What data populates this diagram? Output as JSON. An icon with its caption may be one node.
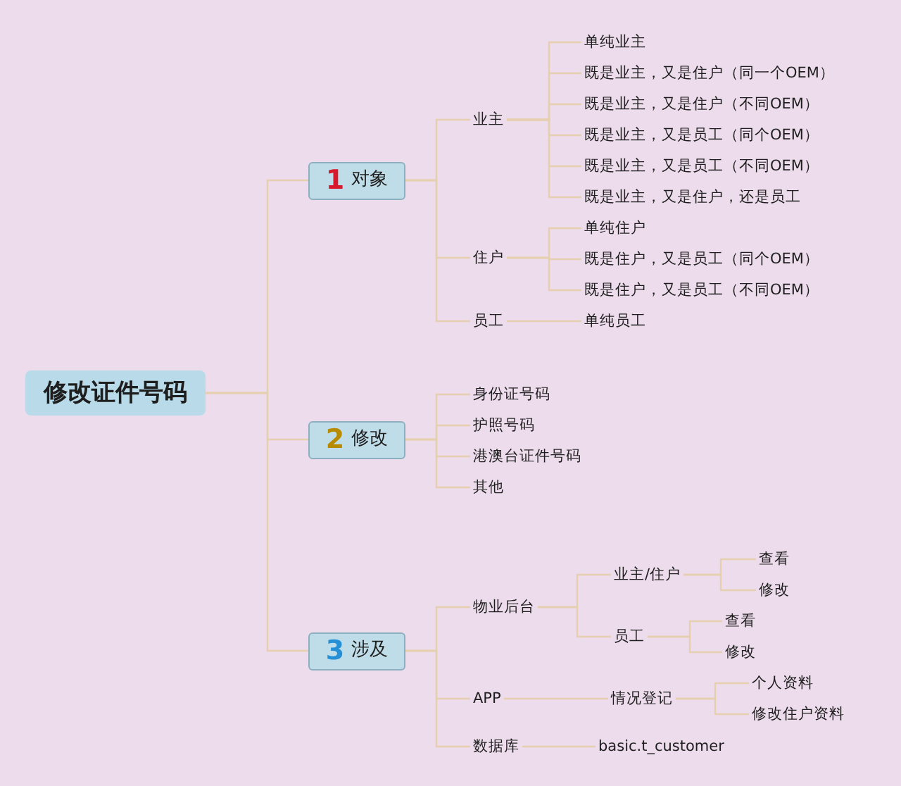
{
  "diagram": {
    "nodes": [
      {
        "text": [
          "修改证件号码"
        ]
      },
      {
        "text": [
          "1",
          "对象"
        ]
      },
      {
        "text": [
          "业主"
        ]
      },
      {
        "text": [
          "单纯业主"
        ]
      },
      {
        "text": [
          "既是业主，又是住户（同一个OEM）"
        ]
      },
      {
        "text": [
          "既是业主，又是住户（不同OEM）"
        ]
      },
      {
        "text": [
          "既是业主，又是员工（同个OEM）"
        ]
      },
      {
        "text": [
          "既是业主，又是员工（不同OEM）"
        ]
      },
      {
        "text": [
          "既是业主，又是住户，还是员工"
        ]
      },
      {
        "text": [
          "住户"
        ]
      },
      {
        "text": [
          "单纯住户"
        ]
      },
      {
        "text": [
          "既是住户，又是员工（同个OEM）"
        ]
      },
      {
        "text": [
          "既是住户，又是员工（不同OEM）"
        ]
      },
      {
        "text": [
          "员工"
        ]
      },
      {
        "text": [
          "单纯员工"
        ]
      },
      {
        "text": [
          "2",
          "修改"
        ]
      },
      {
        "text": [
          "身份证号码"
        ]
      },
      {
        "text": [
          "护照号码"
        ]
      },
      {
        "text": [
          "港澳台证件号码"
        ]
      },
      {
        "text": [
          "其他"
        ]
      },
      {
        "text": [
          "3",
          "涉及"
        ]
      },
      {
        "text": [
          "物业后台"
        ]
      },
      {
        "text": [
          "业主/住户"
        ]
      },
      {
        "text": [
          "查看"
        ]
      },
      {
        "text": [
          "修改"
        ]
      },
      {
        "text": [
          "员工"
        ]
      },
      {
        "text": [
          "查看"
        ]
      },
      {
        "text": [
          "修改"
        ]
      },
      {
        "text": [
          "APP"
        ]
      },
      {
        "text": [
          "情况登记"
        ]
      },
      {
        "text": [
          "个人资料"
        ]
      },
      {
        "text": [
          "修改住户资料"
        ]
      },
      {
        "text": [
          "数据库"
        ]
      },
      {
        "text": [
          "basic.t_customer"
        ]
      }
    ],
    "edges": [
      {
        "from": 0,
        "to": 1,
        "arrow": "none"
      },
      {
        "from": 0,
        "to": 15,
        "arrow": "none"
      },
      {
        "from": 0,
        "to": 20,
        "arrow": "none"
      },
      {
        "from": 1,
        "to": 2,
        "arrow": "none"
      },
      {
        "from": 1,
        "to": 9,
        "arrow": "none"
      },
      {
        "from": 1,
        "to": 13,
        "arrow": "none"
      },
      {
        "from": 2,
        "to": 3,
        "arrow": "none"
      },
      {
        "from": 2,
        "to": 4,
        "arrow": "none"
      },
      {
        "from": 2,
        "to": 5,
        "arrow": "none"
      },
      {
        "from": 2,
        "to": 6,
        "arrow": "none"
      },
      {
        "from": 2,
        "to": 7,
        "arrow": "none"
      },
      {
        "from": 2,
        "to": 8,
        "arrow": "none"
      },
      {
        "from": 9,
        "to": 10,
        "arrow": "none"
      },
      {
        "from": 9,
        "to": 11,
        "arrow": "none"
      },
      {
        "from": 9,
        "to": 12,
        "arrow": "none"
      },
      {
        "from": 13,
        "to": 14,
        "arrow": "none"
      },
      {
        "from": 15,
        "to": 16,
        "arrow": "none"
      },
      {
        "from": 15,
        "to": 17,
        "arrow": "none"
      },
      {
        "from": 15,
        "to": 18,
        "arrow": "none"
      },
      {
        "from": 15,
        "to": 19,
        "arrow": "none"
      },
      {
        "from": 20,
        "to": 21,
        "arrow": "none"
      },
      {
        "from": 20,
        "to": 28,
        "arrow": "none"
      },
      {
        "from": 20,
        "to": 32,
        "arrow": "none"
      },
      {
        "from": 21,
        "to": 22,
        "arrow": "none"
      },
      {
        "from": 21,
        "to": 25,
        "arrow": "none"
      },
      {
        "from": 22,
        "to": 23,
        "arrow": "none"
      },
      {
        "from": 22,
        "to": 24,
        "arrow": "none"
      },
      {
        "from": 25,
        "to": 26,
        "arrow": "none"
      },
      {
        "from": 25,
        "to": 27,
        "arrow": "none"
      },
      {
        "from": 28,
        "to": 29,
        "arrow": "none"
      },
      {
        "from": 29,
        "to": 30,
        "arrow": "none"
      },
      {
        "from": 29,
        "to": 31,
        "arrow": "none"
      },
      {
        "from": 32,
        "to": 33,
        "arrow": "none"
      }
    ]
  }
}
